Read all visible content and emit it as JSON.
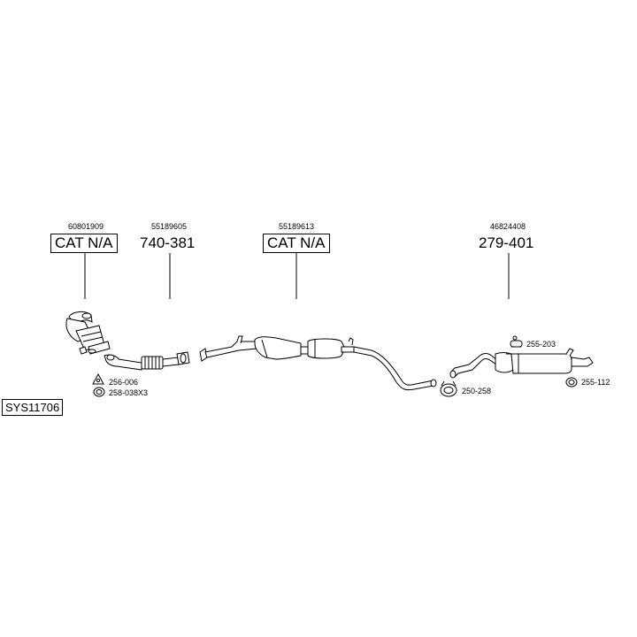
{
  "system_code": "SYS11706",
  "parts": [
    {
      "oem": "60801909",
      "label": "CAT N/A",
      "boxed": true
    },
    {
      "oem": "55189605",
      "label": "740-381",
      "boxed": false
    },
    {
      "oem": "55189613",
      "label": "CAT N/A",
      "boxed": true
    },
    {
      "oem": "46824408",
      "label": "279-401",
      "boxed": false
    }
  ],
  "accessories": [
    {
      "code": "256-006",
      "icon": "triangle-gasket-icon"
    },
    {
      "code": "258-038X3",
      "icon": "ring-gasket-icon"
    },
    {
      "code": "255-203",
      "icon": "rubber-hanger-icon"
    },
    {
      "code": "255-112",
      "icon": "ring-mount-icon"
    },
    {
      "code": "250-258",
      "icon": "clamp-icon"
    }
  ]
}
